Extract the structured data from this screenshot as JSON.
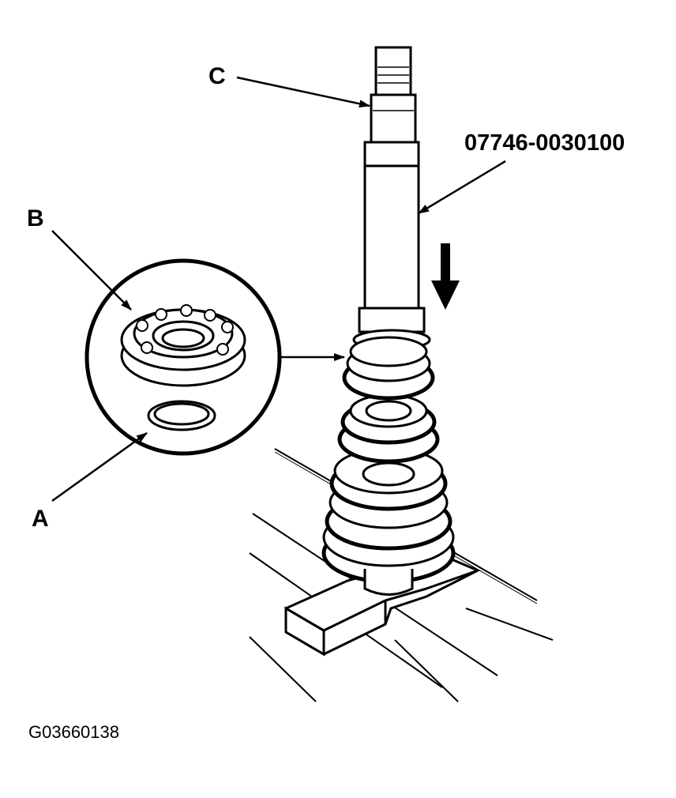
{
  "labels": {
    "a": "A",
    "b": "B",
    "c": "C",
    "tool": "07746-0030100"
  },
  "figure_id": "G03660138",
  "colors": {
    "ink": "#000000",
    "paper": "#ffffff"
  }
}
